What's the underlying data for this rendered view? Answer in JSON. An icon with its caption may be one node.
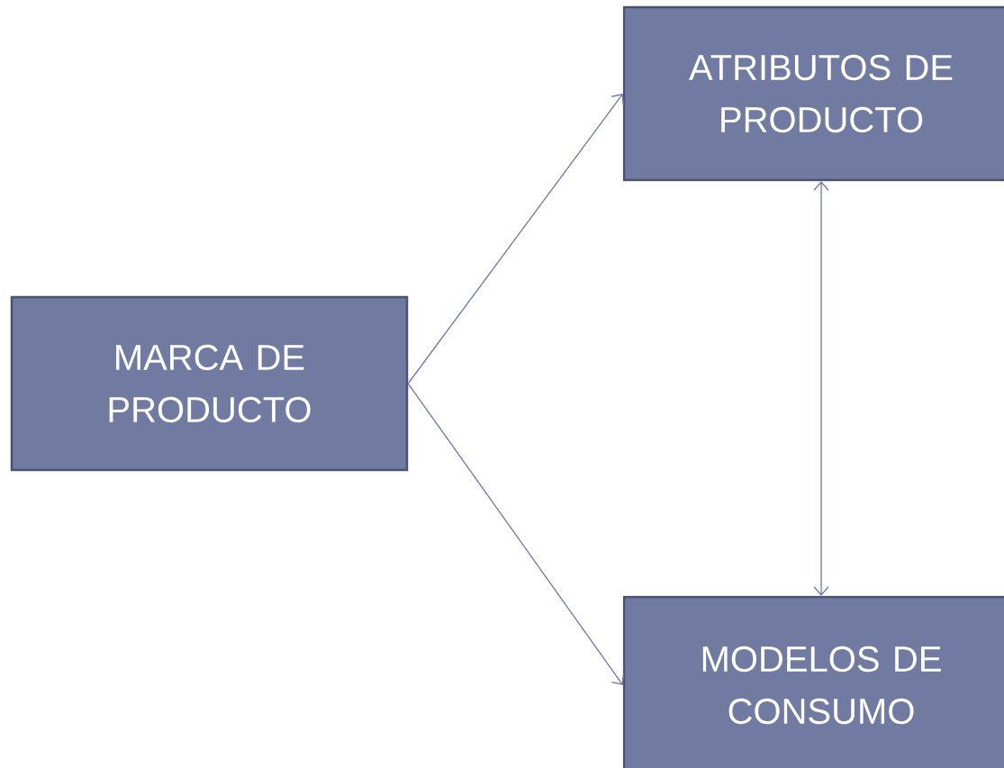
{
  "diagram": {
    "nodes": [
      {
        "text": [
          "MARCA DE PRODUCTO"
        ]
      },
      {
        "text": [
          "ATRIBUTOS DE PRODUCTO"
        ]
      },
      {
        "text": [
          "MODELOS DE CONSUMO"
        ]
      }
    ],
    "edges": [
      {
        "from": 0,
        "to": 1,
        "arrow": "to"
      },
      {
        "from": 0,
        "to": 2,
        "arrow": "to"
      },
      {
        "from": 1,
        "to": 2,
        "arrow": "both"
      }
    ]
  }
}
